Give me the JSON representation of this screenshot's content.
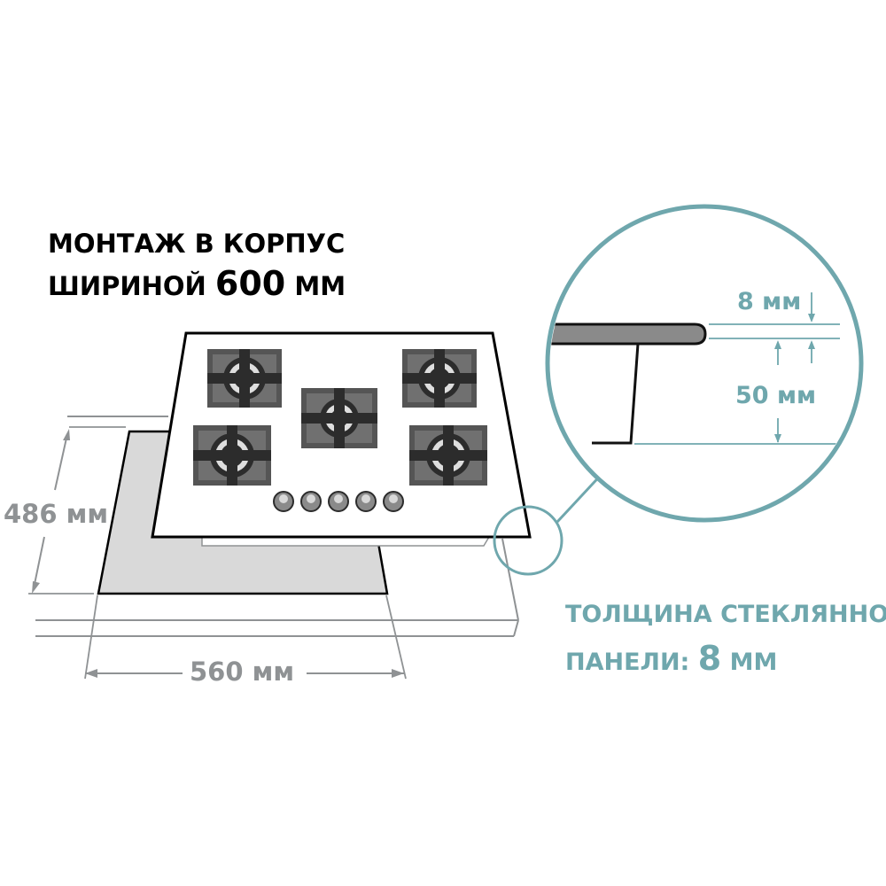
{
  "mounting": {
    "line1": "МОНТАЖ В КОРПУС",
    "line2_prefix": "ШИРИНОЙ ",
    "line2_value": "600",
    "line2_unit": " ММ"
  },
  "dimensions": {
    "depth": "486 мм",
    "width": "560 мм",
    "glass_thickness": "8 мм",
    "body_height": "50 мм"
  },
  "glass_caption": {
    "line1": "ТОЛЩИНА СТЕКЛЯННОЙ",
    "line2_prefix": "ПАНЕЛИ: ",
    "line2_value": "8",
    "line2_unit": " ММ"
  },
  "colors": {
    "teal": "#6fa7ad",
    "dimension_gray": "#8f9294",
    "cutout_fill": "#d9d9d9",
    "burner_dark": "#3a3a3a",
    "burner_mid": "#7d7d7d"
  },
  "hob": {
    "burners": 5,
    "knobs": 5
  }
}
